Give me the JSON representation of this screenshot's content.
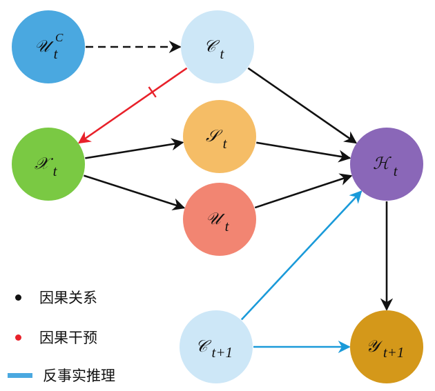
{
  "diagram": {
    "nodes": [
      {
        "id": "U_C_t",
        "name": "node-u-c-t",
        "main": "𝒰",
        "sub": "t",
        "sup": "C",
        "color": "#4aa8e0"
      },
      {
        "id": "C_t",
        "name": "node-c-t",
        "main": "𝒞",
        "sub": "t",
        "sup": "",
        "color": "#cde7f7"
      },
      {
        "id": "X_t",
        "name": "node-x-t",
        "main": "𝒳",
        "sub": "t",
        "sup": "",
        "color": "#7ac943"
      },
      {
        "id": "S_t",
        "name": "node-s-t",
        "main": "𝒮",
        "sub": "t",
        "sup": "",
        "color": "#f5bd66"
      },
      {
        "id": "U_t",
        "name": "node-u-t",
        "main": "𝒰",
        "sub": "t",
        "sup": "",
        "color": "#f28572"
      },
      {
        "id": "H_t",
        "name": "node-h-t",
        "main": "ℋ",
        "sub": "t",
        "sup": "",
        "color": "#8a67b8"
      },
      {
        "id": "C_t1",
        "name": "node-c-t1",
        "main": "𝒞",
        "sub": "t+1",
        "sup": "",
        "color": "#cde7f7"
      },
      {
        "id": "Y_t1",
        "name": "node-y-t1",
        "main": "𝒴",
        "sub": "t+1",
        "sup": "",
        "color": "#d4981a"
      }
    ],
    "edges": [
      {
        "from": "U_C_t",
        "to": "C_t",
        "type": "dashed",
        "color": "#111111"
      },
      {
        "from": "C_t",
        "to": "X_t",
        "type": "intervention",
        "color": "#e8212a"
      },
      {
        "from": "C_t",
        "to": "H_t",
        "type": "causal",
        "color": "#111111"
      },
      {
        "from": "X_t",
        "to": "S_t",
        "type": "causal",
        "color": "#111111"
      },
      {
        "from": "X_t",
        "to": "U_t",
        "type": "causal",
        "color": "#111111"
      },
      {
        "from": "S_t",
        "to": "H_t",
        "type": "causal",
        "color": "#111111"
      },
      {
        "from": "U_t",
        "to": "H_t",
        "type": "causal",
        "color": "#111111"
      },
      {
        "from": "H_t",
        "to": "Y_t1",
        "type": "causal",
        "color": "#111111"
      },
      {
        "from": "C_t1",
        "to": "H_t",
        "type": "counterfactual",
        "color": "#1a9ad9"
      },
      {
        "from": "C_t1",
        "to": "Y_t1",
        "type": "counterfactual",
        "color": "#1a9ad9"
      }
    ]
  },
  "legend": {
    "items": [
      {
        "label": "因果关系",
        "marker": "dot",
        "color": "#111111"
      },
      {
        "label": "因果干预",
        "marker": "dot",
        "color": "#e8212a"
      },
      {
        "label": "反事实推理",
        "marker": "bar",
        "color": "#4aa8e0"
      }
    ]
  }
}
